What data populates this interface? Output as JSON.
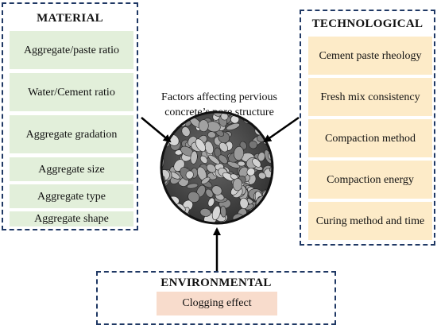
{
  "material": {
    "title": "MATERIAL",
    "items": [
      "Aggregate/paste ratio",
      "Water/Cement ratio",
      "Aggregate gradation",
      "Aggregate size",
      "Aggregate type",
      "Aggregate shape"
    ]
  },
  "technological": {
    "title": "TECHNOLOGICAL",
    "items": [
      "Cement paste rheology",
      "Fresh mix consistency",
      "Compaction method",
      "Compaction energy",
      "Curing method and time"
    ]
  },
  "environmental": {
    "title": "ENVIRONMENTAL",
    "items": [
      "Clogging effect"
    ]
  },
  "center": {
    "title": "Factors affecting pervious concrete’s pore structure"
  },
  "colors": {
    "border": "#1f3864",
    "material_fill": "#e2efda",
    "technological_fill": "#fdebc8",
    "environmental_fill": "#f8dccc",
    "arrow": "#000000"
  }
}
